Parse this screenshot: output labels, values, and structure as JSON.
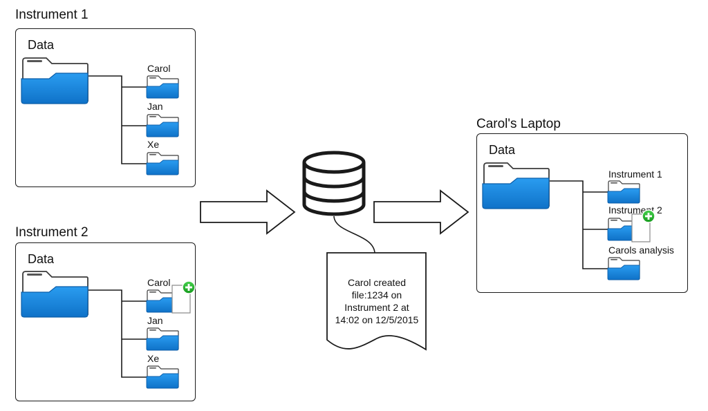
{
  "instrument1": {
    "title": "Instrument 1",
    "root_folder": "Data",
    "subfolders": [
      "Carol",
      "Jan",
      "Xe"
    ]
  },
  "instrument2": {
    "title": "Instrument 2",
    "root_folder": "Data",
    "subfolders": [
      "Carol",
      "Jan",
      "Xe"
    ],
    "new_file_in": "Carol"
  },
  "laptop": {
    "title": "Carol's Laptop",
    "root_folder": "Data",
    "subfolders": [
      "Instrument 1",
      "Instrument 2",
      "Carols analysis"
    ],
    "new_file_in": "Instrument 2"
  },
  "log_entry": {
    "lines": [
      "Carol created",
      "file:1234 on",
      "Instrument 2 at",
      "14:02 on 12/5/2015"
    ]
  },
  "colors": {
    "folder_front": "#1a8fe6",
    "folder_front_dark": "#0f6fc4",
    "add_badge": "#22b02a"
  },
  "icons": {
    "database": "database-icon",
    "arrow": "right-arrow-icon",
    "folder": "folder-icon",
    "new_file": "new-file-add-icon"
  }
}
